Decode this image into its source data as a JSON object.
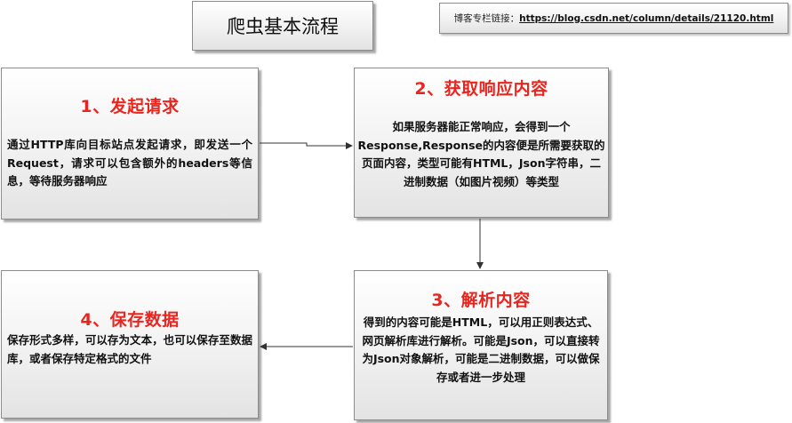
{
  "title": "爬虫基本流程",
  "blog_link": {
    "label": "博客专栏链接：",
    "url": "https://blog.csdn.net/column/details/21120.html"
  },
  "steps": [
    {
      "heading": "1、发起请求",
      "body": "通过HTTP库向目标站点发起请求，即发送一个Request，请求可以包含额外的headers等信息，等待服务器响应"
    },
    {
      "heading": "2、获取响应内容",
      "body": "如果服务器能正常响应，会得到一个Response,Response的内容便是所需要获取的页面内容，类型可能有HTML，Json字符串，二进制数据（如图片视频）等类型"
    },
    {
      "heading": "3、解析内容",
      "body": "得到的内容可能是HTML，可以用正则表达式、网页解析库进行解析。可能是Json，可以直接转为Json对象解析，可能是二进制数据，可以做保存或者进一步处理"
    },
    {
      "heading": "4、保存数据",
      "body": "保存形式多样，可以存为文本，也可以保存至数据库，或者保存特定格式的文件"
    }
  ],
  "colors": {
    "heading": "#e8261f",
    "border": "#8c8c8c",
    "connector": "#333333"
  }
}
